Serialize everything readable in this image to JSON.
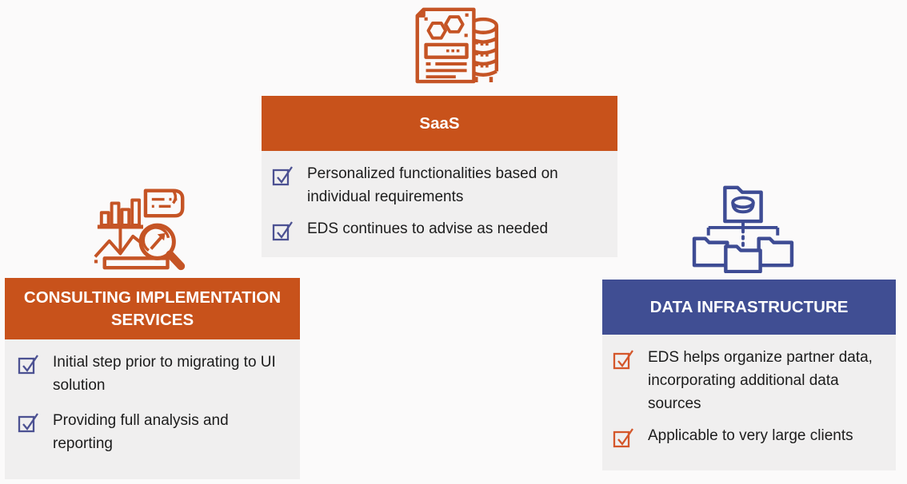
{
  "page": {
    "background_color": "#FBFAFA",
    "card_body_color": "#F0EFEF"
  },
  "colors": {
    "orange_accent": "#C8521B",
    "blue_accent": "#404E93",
    "checkbox_purple": "#4C5192",
    "checkbox_orange": "#D4562A",
    "body_text": "#1C1C1C",
    "header_text": "#FFFFFF"
  },
  "cards": {
    "saas": {
      "title": "SaaS",
      "icon": "document-database-icon",
      "header_color": "#C8521B",
      "checkbox_color": "#4C5192",
      "bullets": [
        "Personalized functionalities based on individual requirements",
        "EDS continues to advise as needed"
      ]
    },
    "consulting": {
      "title": "CONSULTING IMPLEMENTATION SERVICES",
      "icon": "chart-magnifier-icon",
      "header_color": "#C8521B",
      "checkbox_color": "#4C5192",
      "bullets": [
        "Initial step prior to migrating to UI solution",
        "Providing full analysis and reporting"
      ]
    },
    "data_infrastructure": {
      "title": "DATA INFRASTRUCTURE",
      "icon": "folder-hierarchy-icon",
      "header_color": "#404E93",
      "checkbox_color": "#D4562A",
      "bullets": [
        "EDS helps organize partner data, incorporating additional data sources",
        "Applicable to very large clients"
      ]
    }
  }
}
